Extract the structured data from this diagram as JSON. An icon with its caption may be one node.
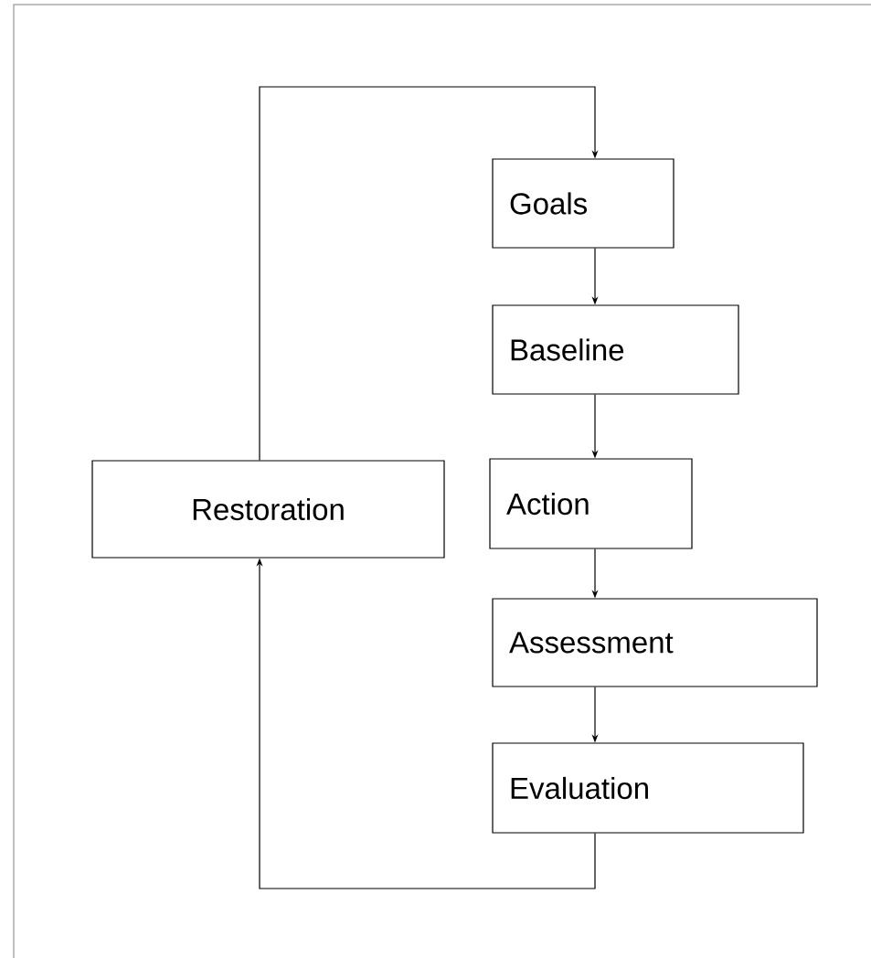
{
  "diagram": {
    "nodes": [
      {
        "text": [
          "Goals"
        ]
      },
      {
        "text": [
          "Baseline"
        ]
      },
      {
        "text": [
          "Restoration"
        ]
      },
      {
        "text": [
          "Action"
        ]
      },
      {
        "text": [
          "Assessment"
        ]
      },
      {
        "text": [
          "Evaluation"
        ]
      }
    ],
    "edges": [
      {
        "from": 0,
        "to": 1,
        "arrow": "to"
      },
      {
        "from": 1,
        "to": 3,
        "arrow": "to"
      },
      {
        "from": 3,
        "to": 4,
        "arrow": "to"
      },
      {
        "from": 4,
        "to": 5,
        "arrow": "to"
      },
      {
        "from": 5,
        "to": 2,
        "arrow": "to"
      },
      {
        "from": 2,
        "to": 0,
        "arrow": "to"
      }
    ]
  }
}
